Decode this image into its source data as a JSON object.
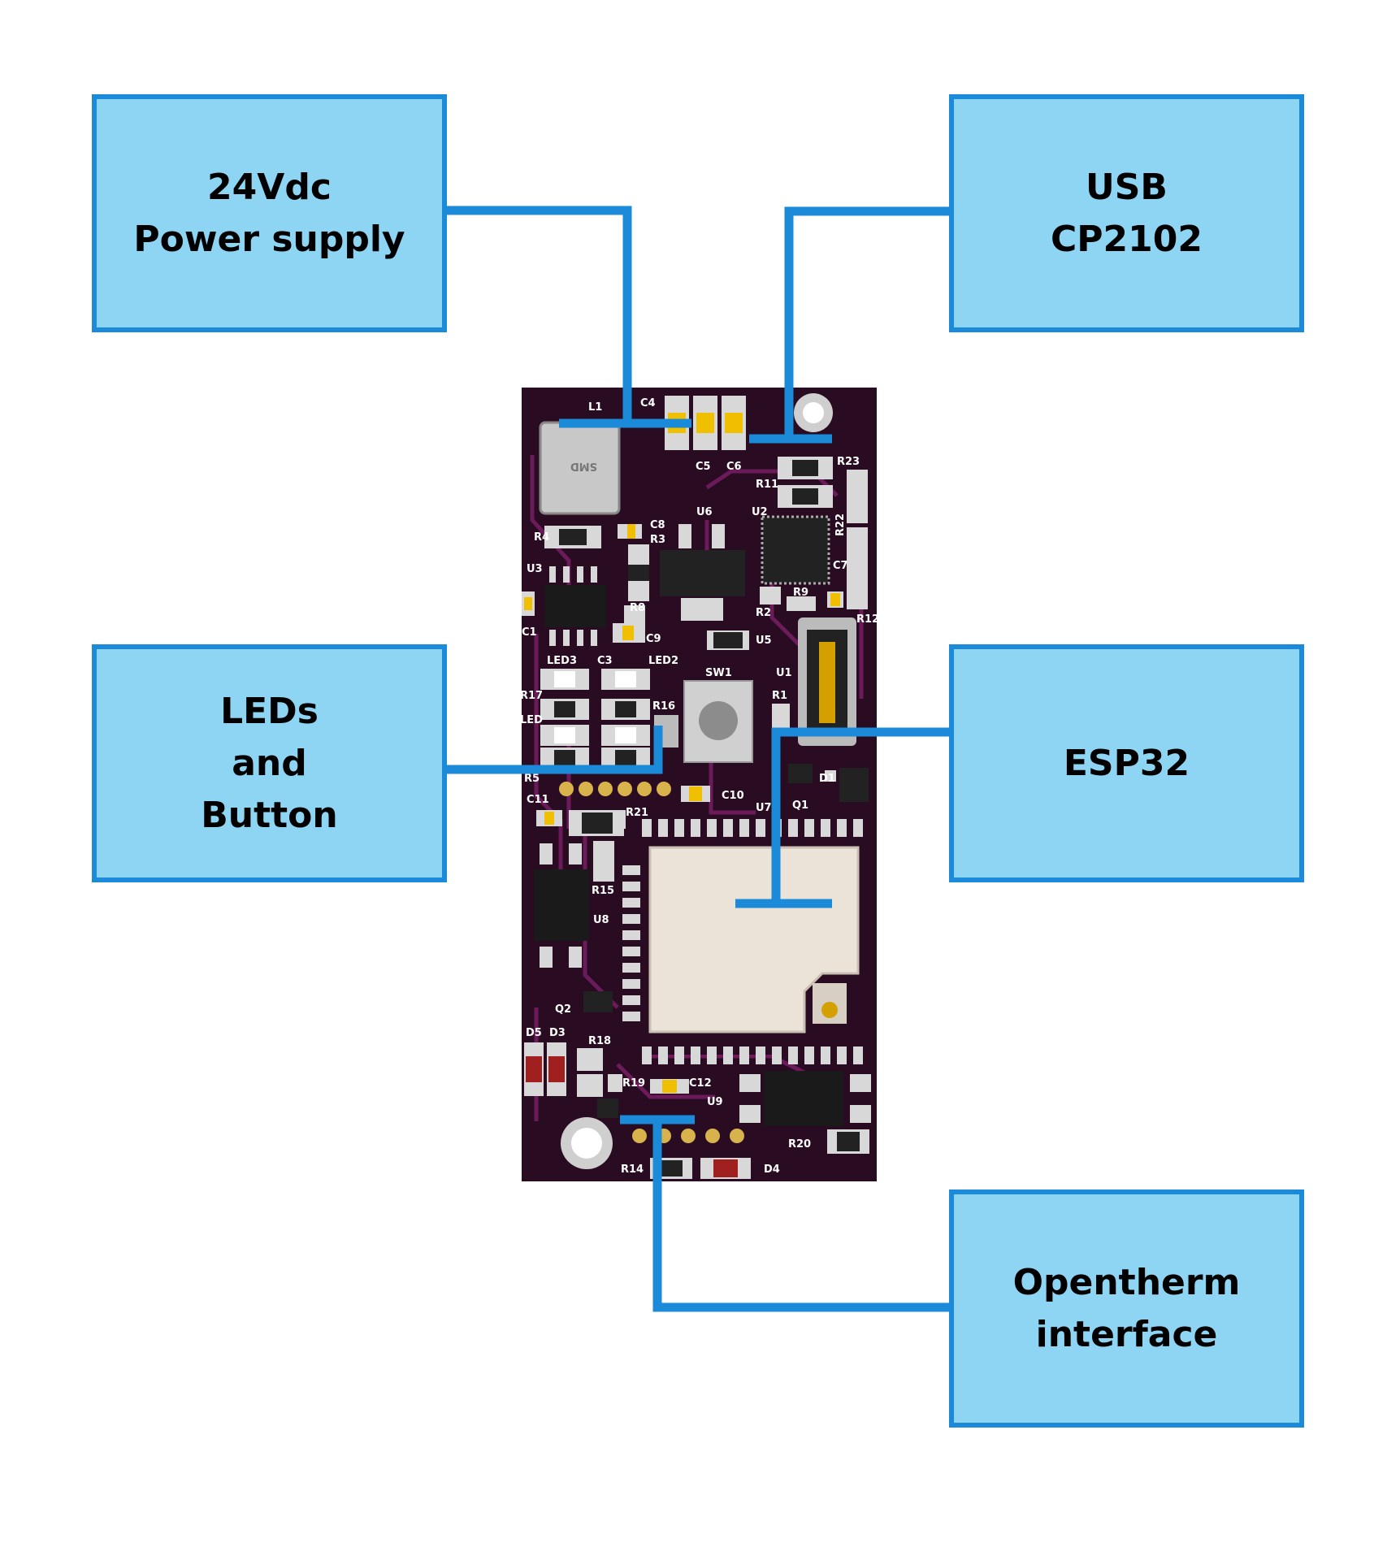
{
  "blocks": {
    "power": "24Vdc\nPower supply",
    "usb": "USB\nCP2102",
    "leds": "LEDs\nand\nButton",
    "esp32": "ESP32",
    "opentherm": "Opentherm\ninterface"
  },
  "pcb_labels": {
    "l1": "L1",
    "c4": "C4",
    "c5": "C5",
    "c6": "C6",
    "r23": "R23",
    "r11": "R11",
    "c8": "C8",
    "r3": "R3",
    "r4": "R4",
    "u6": "U6",
    "u2": "U2",
    "r22": "R22",
    "c7": "C7",
    "u3": "U3",
    "r8": "R8",
    "r2": "R2",
    "r9": "R9",
    "r12": "R12",
    "c1": "C1",
    "c9": "C9",
    "u5": "U5",
    "led3": "LED3",
    "c3": "C3",
    "led2": "LED2",
    "sw1": "SW1",
    "u1": "U1",
    "r17": "R17",
    "r1": "R1",
    "r16": "R16",
    "led1": "LED",
    "r5": "R5",
    "c11": "C11",
    "c10": "C10",
    "d1": "D1",
    "u7": "U7",
    "q1": "Q1",
    "r21": "R21",
    "r15": "R15",
    "u8": "U8",
    "q2": "Q2",
    "d5": "D5",
    "d3": "D3",
    "r18": "R18",
    "r19": "R19",
    "c12": "C12",
    "u9": "U9",
    "r20": "R20",
    "r14": "R14",
    "d4": "D4",
    "smd": "SMD"
  },
  "colors": {
    "box_fill": "#8ed5f4",
    "box_border": "#1b8ad8",
    "connector": "#1b8ad8",
    "pcb": "#2a0c22",
    "trace": "#6b1a5a",
    "pad": "#d8d8d8",
    "esp_shield": "#ece3d8"
  }
}
